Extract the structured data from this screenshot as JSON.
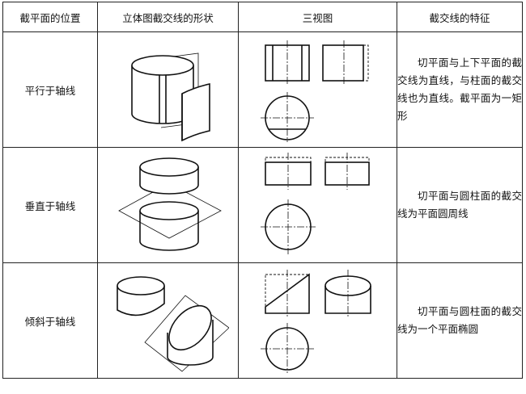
{
  "table": {
    "headers": [
      "截平面的位置",
      "立体图截交线的形状",
      "三视图",
      "截交线的特征"
    ],
    "rows": [
      {
        "position": "平行于轴线",
        "feature": "切平面与上下平面的截交线为直线，与柱面的截交线也为直线。截平面为一矩形"
      },
      {
        "position": "垂直于轴线",
        "feature": "切平面与圆柱面的截交线为平面圆周线"
      },
      {
        "position": "倾斜于轴线",
        "feature": "切平面与圆柱面的截交线为一个平面椭圆"
      }
    ]
  },
  "figures": {
    "row1_solid": "cylinder-cut-parallel-to-axis",
    "row1_views": "three-views-rectangle-section",
    "row2_solid": "cylinder-cut-perpendicular-to-axis",
    "row2_views": "three-views-circle-section",
    "row3_solid": "cylinder-cut-oblique-to-axis",
    "row3_views": "three-views-ellipse-section"
  }
}
